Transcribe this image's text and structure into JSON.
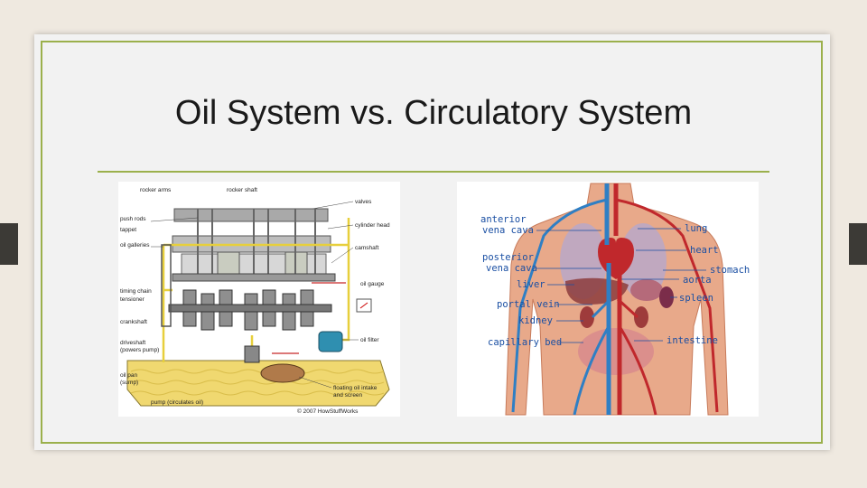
{
  "slide": {
    "title": "Oil System vs. Circulatory System"
  },
  "engine_diagram": {
    "labels": {
      "rocker_arms": "rocker arms",
      "rocker_shaft": "rocker shaft",
      "valves": "valves",
      "push_rods": "push rods",
      "tappet": "tappet",
      "cylinder_head": "cylinder head",
      "oil_galleries": "oil galleries",
      "camshaft": "camshaft",
      "oil_gauge": "oil gauge",
      "timing_chain": "timing chain",
      "tensioner": "tensioner",
      "crankshaft": "crankshaft",
      "driveshaft": "driveshaft",
      "powers_pump": "(powers pump)",
      "oil_filter": "oil filter",
      "oil_pan": "oil pan",
      "sump": "(sump)",
      "pump": "pump (circulates oil)",
      "floating_intake_1": "floating oil intake",
      "floating_intake_2": "and screen",
      "credit": "© 2007 HowStuffWorks"
    }
  },
  "body_diagram": {
    "labels": {
      "anterior_1": "anterior",
      "anterior_2": "vena cava",
      "lung": "lung",
      "heart": "heart",
      "posterior_1": "posterior",
      "posterior_2": "vena cava",
      "stomach": "stomach",
      "aorta": "aorta",
      "liver": "liver",
      "spleen": "spleen",
      "portal_vein": "portal vein",
      "kidney": "kidney",
      "intestine": "intestine",
      "capillary_bed": "capillary bed"
    }
  },
  "colors": {
    "accent_green": "#9bb04c",
    "label_blue": "#1a4fa3",
    "oil_yellow": "#f0d870",
    "artery_red": "#c0282c",
    "vein_blue": "#2f7fc4"
  }
}
